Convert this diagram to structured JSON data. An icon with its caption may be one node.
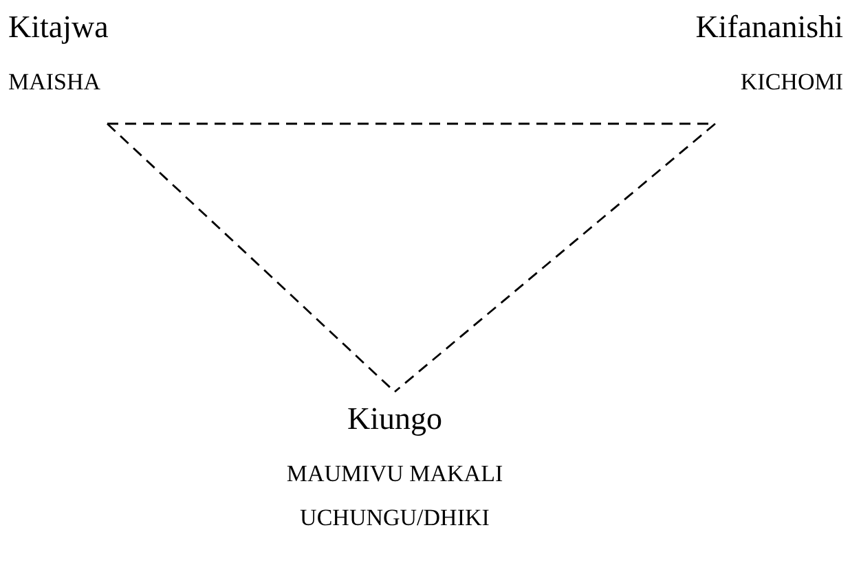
{
  "diagram": {
    "nodes": [
      {
        "text": [
          "Kitajwa",
          "MAISHA"
        ]
      },
      {
        "text": [
          "Kifananishi",
          "KICHOMI"
        ]
      },
      {
        "text": [
          "Kiungo",
          "MAUMIVU MAKALI",
          "UCHUNGU/DHIKI"
        ]
      }
    ],
    "edges": [
      {
        "from": 0,
        "to": 1,
        "arrow": "none",
        "style": "dashed"
      },
      {
        "from": 0,
        "to": 2,
        "arrow": "none",
        "style": "dashed"
      },
      {
        "from": 1,
        "to": 2,
        "arrow": "none",
        "style": "dashed"
      }
    ]
  }
}
